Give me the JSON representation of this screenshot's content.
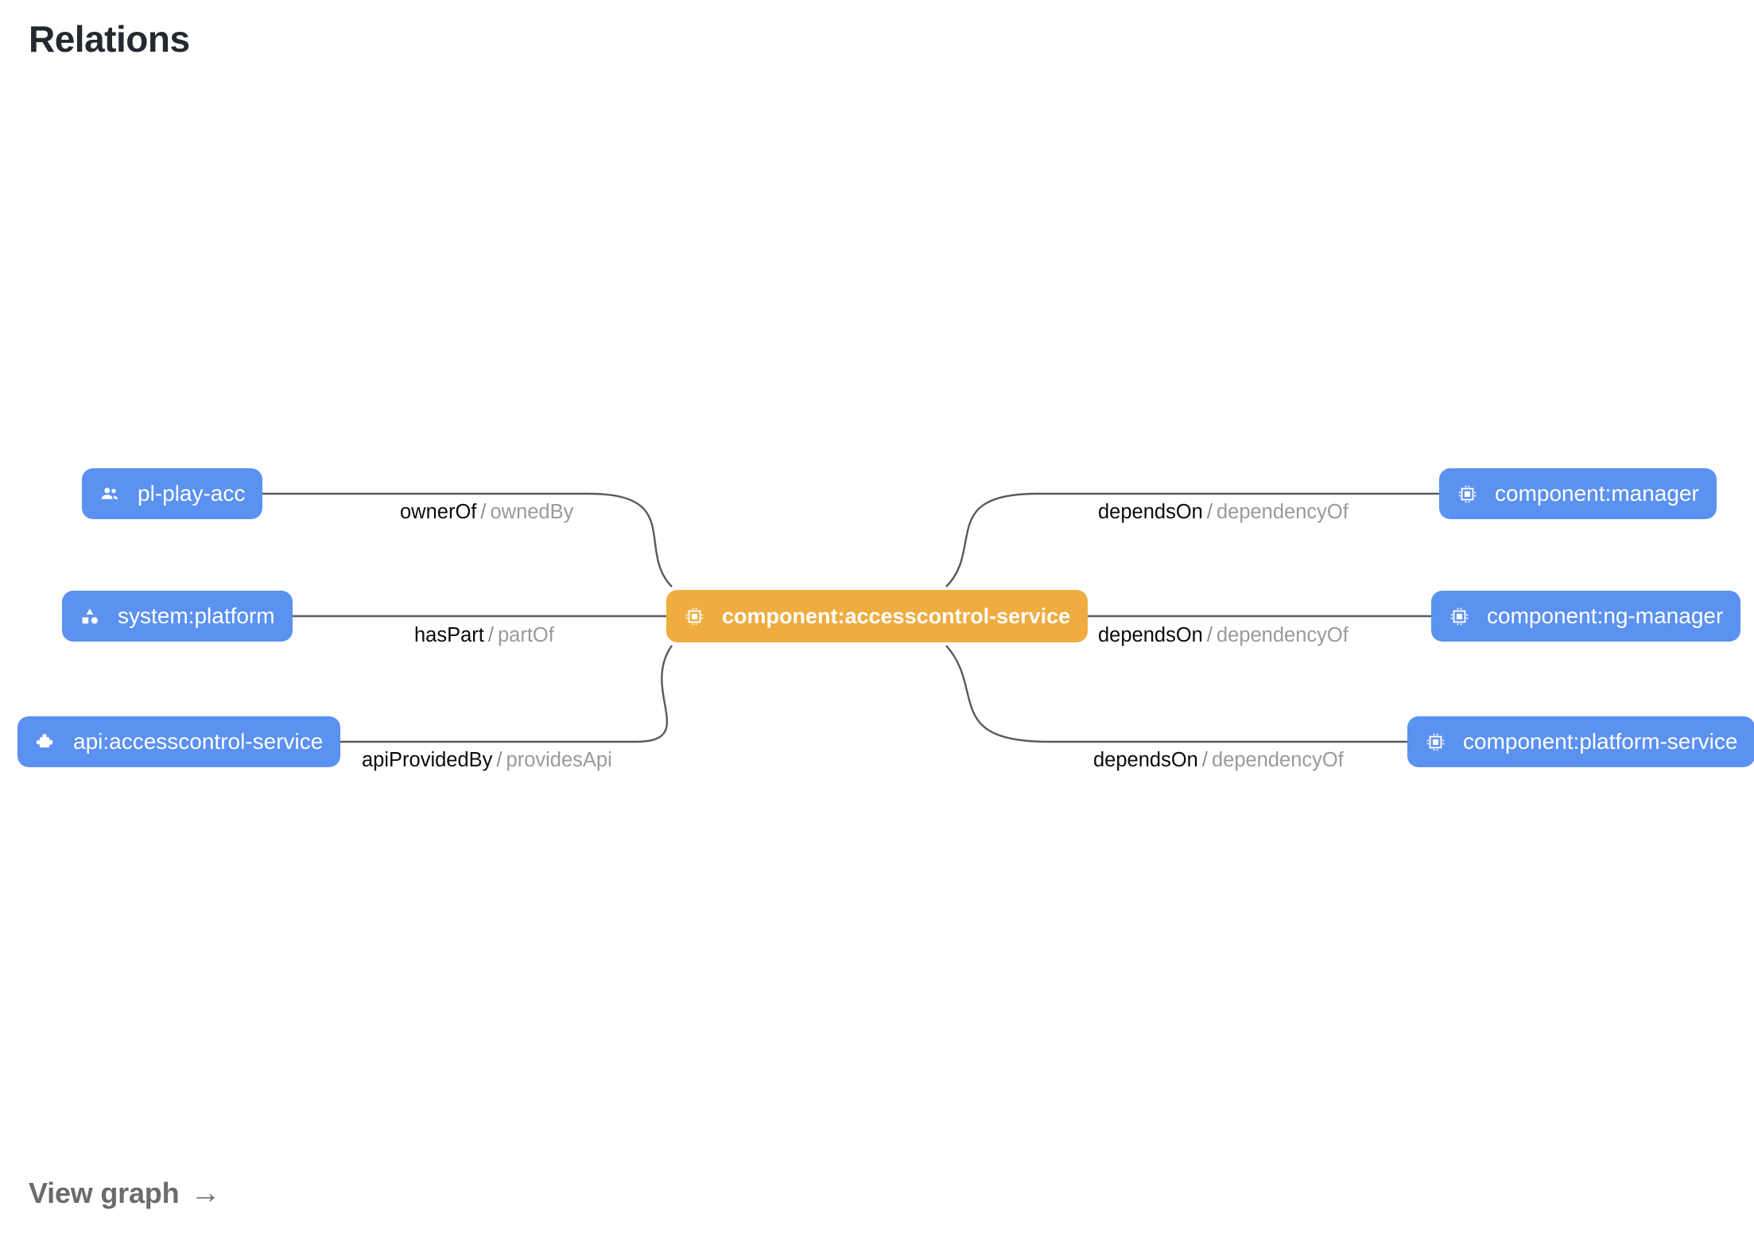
{
  "header": {
    "title": "Relations"
  },
  "footer": {
    "view_graph_label": "View graph",
    "arrow_glyph": "→"
  },
  "colors": {
    "node_blue": "#5b91f0",
    "node_orange": "#efac40",
    "edge_stroke": "#5a5a5a",
    "label_forward": "#0b0b0b",
    "label_reverse": "#9a9a9a",
    "title": "#24292f",
    "footer_link": "#6b6b6b"
  },
  "graph": {
    "center": {
      "id": "component:accesscontrol-service",
      "label": "component:accesscontrol-service",
      "icon": "chip-icon",
      "kind": "component",
      "highlighted": true
    },
    "nodes": [
      {
        "id": "pl-play-acc",
        "label": "pl-play-acc",
        "icon": "group-icon",
        "kind": "group",
        "side": "left",
        "row": 0
      },
      {
        "id": "system:platform",
        "label": "system:platform",
        "icon": "category-icon",
        "kind": "system",
        "side": "left",
        "row": 1
      },
      {
        "id": "api:accesscontrol-service",
        "label": "api:accesscontrol-service",
        "icon": "puzzle-icon",
        "kind": "api",
        "side": "left",
        "row": 2
      },
      {
        "id": "component:manager",
        "label": "component:manager",
        "icon": "chip-icon",
        "kind": "component",
        "side": "right",
        "row": 0
      },
      {
        "id": "component:ng-manager",
        "label": "component:ng-manager",
        "icon": "chip-icon",
        "kind": "component",
        "side": "right",
        "row": 1
      },
      {
        "id": "component:platform-service",
        "label": "component:platform-service",
        "icon": "chip-icon",
        "kind": "component",
        "side": "right",
        "row": 2
      }
    ],
    "edges": [
      {
        "source": "pl-play-acc",
        "target": "component:accesscontrol-service",
        "forward": "ownerOf",
        "separator": "/",
        "reverse": "ownedBy"
      },
      {
        "source": "system:platform",
        "target": "component:accesscontrol-service",
        "forward": "hasPart",
        "separator": "/",
        "reverse": "partOf"
      },
      {
        "source": "api:accesscontrol-service",
        "target": "component:accesscontrol-service",
        "forward": "apiProvidedBy",
        "separator": "/",
        "reverse": "providesApi"
      },
      {
        "source": "component:accesscontrol-service",
        "target": "component:manager",
        "forward": "dependsOn",
        "separator": "/",
        "reverse": "dependencyOf"
      },
      {
        "source": "component:accesscontrol-service",
        "target": "component:ng-manager",
        "forward": "dependsOn",
        "separator": "/",
        "reverse": "dependencyOf"
      },
      {
        "source": "component:accesscontrol-service",
        "target": "component:platform-service",
        "forward": "dependsOn",
        "separator": "/",
        "reverse": "dependencyOf"
      }
    ]
  }
}
